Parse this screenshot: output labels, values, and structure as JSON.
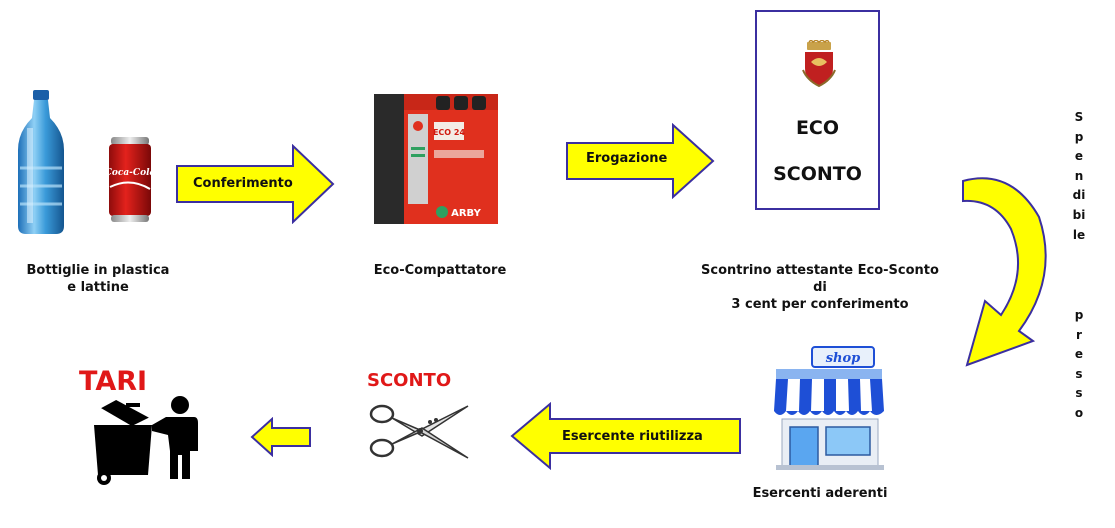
{
  "items": {
    "bottles_label": "Bottiglie in plastica\ne lattine",
    "compactor_label": "Eco-Compattatore",
    "receipt_label": "Scontrino attestante Eco-Sconto di\n3 cent per conferimento",
    "shop_label": "Esercenti aderenti",
    "sconto_title": "SCONTO",
    "tari_label": "TARI"
  },
  "arrows": {
    "conferimento": "Conferimento",
    "erogazione": "Erogazione",
    "esercente": "Esercente riutilizza"
  },
  "voucher": {
    "line1": "ECO",
    "line2": "SCONTO"
  },
  "side_text": {
    "word1": "Spendibile",
    "word2": "presso"
  },
  "shop_sign": "shop",
  "can_brand": "Coca-Cola",
  "machine_brand": "ARBY",
  "machine_display": "ECO 24",
  "colors": {
    "arrow_fill": "#ffff00",
    "arrow_stroke": "#3b2fa0",
    "accent_red": "#e01818",
    "bottle_blue": "#3a9ad9",
    "awning_blue": "#1e4fd6"
  }
}
